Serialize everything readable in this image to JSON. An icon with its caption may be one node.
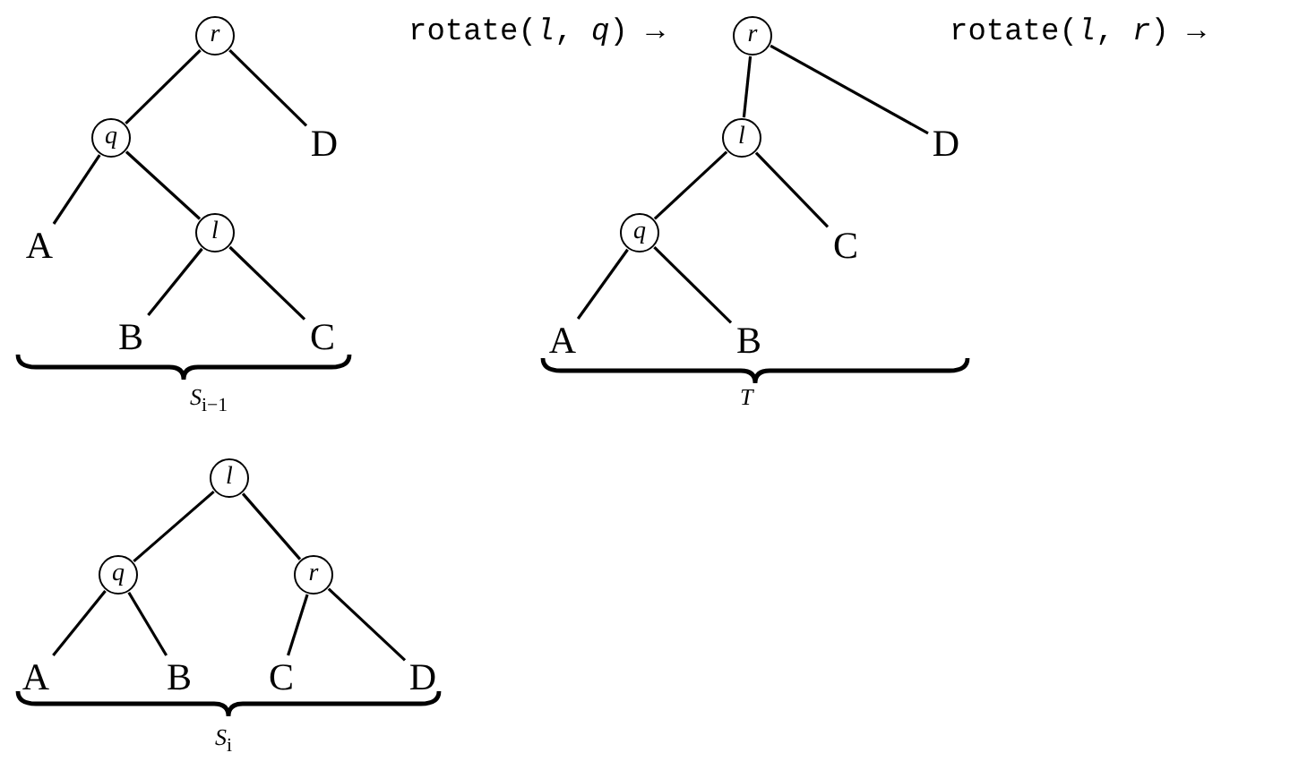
{
  "diagram": {
    "nodes": [
      {
        "text": [
          "r"
        ]
      },
      {
        "text": [
          "q"
        ]
      },
      {
        "text": [
          "D"
        ]
      },
      {
        "text": [
          "A"
        ]
      },
      {
        "text": [
          "l"
        ]
      },
      {
        "text": [
          "B"
        ]
      },
      {
        "text": [
          "C"
        ]
      },
      {
        "text": [
          "r"
        ]
      },
      {
        "text": [
          "l"
        ]
      },
      {
        "text": [
          "D"
        ]
      },
      {
        "text": [
          "q"
        ]
      },
      {
        "text": [
          "C"
        ]
      },
      {
        "text": [
          "A"
        ]
      },
      {
        "text": [
          "B"
        ]
      },
      {
        "text": [
          "l"
        ]
      },
      {
        "text": [
          "q"
        ]
      },
      {
        "text": [
          "r"
        ]
      },
      {
        "text": [
          "A"
        ]
      },
      {
        "text": [
          "B"
        ]
      },
      {
        "text": [
          "C"
        ]
      },
      {
        "text": [
          "D"
        ]
      }
    ],
    "edges": [
      {
        "from": 0,
        "to": 1,
        "arrow": "none"
      },
      {
        "from": 0,
        "to": 2,
        "arrow": "none"
      },
      {
        "from": 1,
        "to": 3,
        "arrow": "none"
      },
      {
        "from": 1,
        "to": 4,
        "arrow": "none"
      },
      {
        "from": 4,
        "to": 5,
        "arrow": "none"
      },
      {
        "from": 4,
        "to": 6,
        "arrow": "none"
      },
      {
        "from": 7,
        "to": 8,
        "arrow": "none"
      },
      {
        "from": 7,
        "to": 9,
        "arrow": "none"
      },
      {
        "from": 8,
        "to": 10,
        "arrow": "none"
      },
      {
        "from": 8,
        "to": 11,
        "arrow": "none"
      },
      {
        "from": 10,
        "to": 12,
        "arrow": "none"
      },
      {
        "from": 10,
        "to": 13,
        "arrow": "none"
      },
      {
        "from": 14,
        "to": 15,
        "arrow": "none"
      },
      {
        "from": 14,
        "to": 16,
        "arrow": "none"
      },
      {
        "from": 15,
        "to": 17,
        "arrow": "none"
      },
      {
        "from": 15,
        "to": 18,
        "arrow": "none"
      },
      {
        "from": 16,
        "to": 19,
        "arrow": "none"
      },
      {
        "from": 16,
        "to": 20,
        "arrow": "none"
      }
    ],
    "labels": [
      "rotate(*l*, *q*) →",
      "rotate(*l*, *r*) →",
      "*S*$_{i−1}$",
      "*T*",
      "*S*$_{i}$"
    ]
  }
}
